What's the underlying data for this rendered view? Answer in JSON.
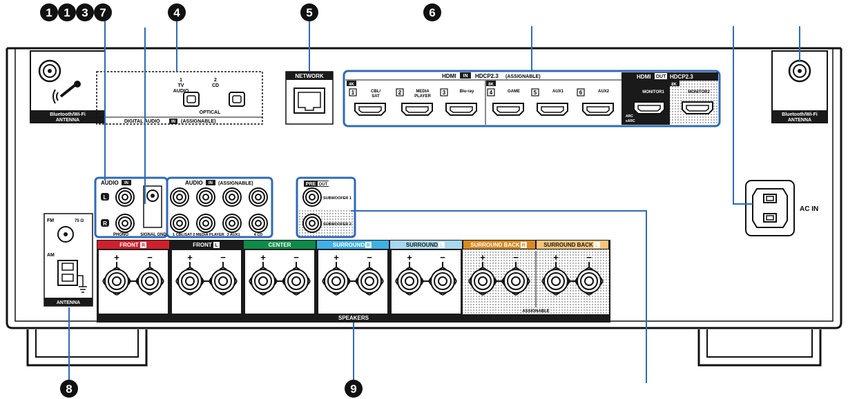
{
  "callouts": {
    "c1a": "1",
    "c1b": "1",
    "c3": "3",
    "c7": "7",
    "c4": "4",
    "c5": "5",
    "c6": "6",
    "c8": "8",
    "c9": "9"
  },
  "antenna": {
    "bt_left_line1": "Bluetooth/Wi-Fi",
    "bt_left_line2": "ANTENNA",
    "bt_right_line1": "Bluetooth/Wi-Fi",
    "bt_right_line2": "ANTENNA",
    "fm": "FM",
    "fm_ohm": "75 Ω",
    "am": "AM",
    "label": "ANTENNA"
  },
  "digital_audio": {
    "in1_num": "1",
    "in1_name": "TV",
    "in1_name2": "AUDIO",
    "in2_num": "2",
    "in2_name": "CD",
    "optical": "OPTICAL",
    "title": "DIGITAL AUDIO",
    "in_badge": "IN",
    "assignable": "(ASSIGNABLE)"
  },
  "network": {
    "label": "NETWORK"
  },
  "hdmi_in": {
    "hdmi": "HDMI",
    "in_badge": "IN",
    "hdcp": "HDCP2.3",
    "assignable": "(ASSIGNABLE)",
    "k4": "4K",
    "k8": "8K",
    "ports": [
      {
        "num": "1",
        "line1": "CBL/",
        "line2": "SAT"
      },
      {
        "num": "2",
        "line1": "MEDIA",
        "line2": "PLAYER"
      },
      {
        "num": "3",
        "line1": "Blu-ray",
        "line2": ""
      },
      {
        "num": "4",
        "line1": "GAME",
        "line2": ""
      },
      {
        "num": "5",
        "line1": "AUX1",
        "line2": ""
      },
      {
        "num": "6",
        "line1": "AUX2",
        "line2": ""
      }
    ]
  },
  "hdmi_out": {
    "hdmi": "HDMI",
    "out_badge": "OUT",
    "hdcp": "HDCP2.3",
    "k8": "8K",
    "monitor1": "MONITOR1",
    "monitor2": "MONITOR2",
    "arc1": "ARC",
    "arc2": "eARC"
  },
  "audio_in_phono": {
    "title": "AUDIO",
    "in_badge": "IN",
    "l": "L",
    "r": "R",
    "phono": "PHONO",
    "signal_gnd": "SIGNAL GND"
  },
  "audio_in_assign": {
    "title": "AUDIO",
    "in_badge": "IN",
    "assignable": "(ASSIGNABLE)",
    "labels": [
      "1 CBL/SAT",
      "2 MEDIA PLAYER",
      "3 AUX1",
      "4 CD"
    ]
  },
  "pre_out": {
    "title": "PRE",
    "out_badge": "OUT",
    "sub1": "SUBWOOFER 1",
    "sub2": "SUBWOOFER 2"
  },
  "ac_in": {
    "label": "AC IN"
  },
  "speakers": {
    "label": "SPEAKERS",
    "assignable": "ASSIGNABLE",
    "plus": "+",
    "minus": "−",
    "channels": [
      {
        "name": "FRONT",
        "side": "R",
        "color": "#d0202e"
      },
      {
        "name": "FRONT",
        "side": "L",
        "color": "#1a1a1a"
      },
      {
        "name": "CENTER",
        "side": "",
        "color": "#0e8a4a"
      },
      {
        "name": "SURROUND",
        "side": "R",
        "color": "#3fb0e6"
      },
      {
        "name": "SURROUND",
        "side": "L",
        "color": "#a7d8ef"
      },
      {
        "name": "SURROUND BACK",
        "side": "R",
        "color": "#d8891f"
      },
      {
        "name": "SURROUND BACK",
        "side": "L",
        "color": "#f3c47a"
      }
    ]
  },
  "colors": {
    "highlight": "#2f6ab5",
    "panel": "#1a1a1a",
    "dotted": "#bfbfbf"
  }
}
